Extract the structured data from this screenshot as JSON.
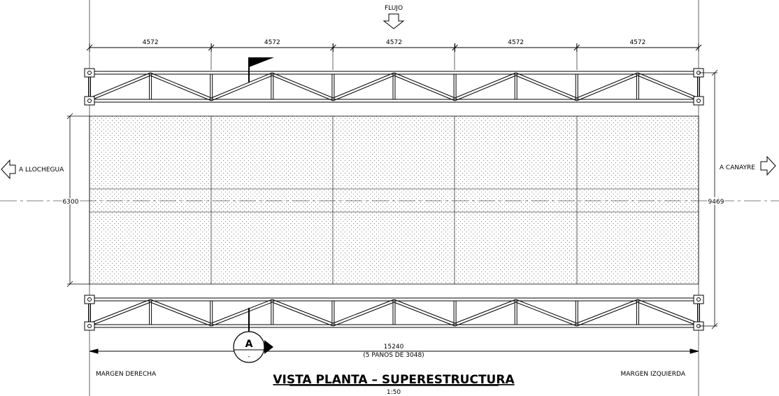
{
  "flow_label": "FLUJO",
  "spans": [
    "4572",
    "4572",
    "4572",
    "4572",
    "4572"
  ],
  "left_direction": "A LLOCHEGUA",
  "right_direction": "A CANAYRE",
  "deck_width": "6300",
  "total_width": "9469",
  "total_length": "15240",
  "total_length_note": "(5 PAÑOS DE 3048)",
  "left_bank": "MARGEN DERECHA",
  "right_bank": "MARGEN IZQUIERDA",
  "title": "VISTA PLANTA – SUPERESTRUCTURA",
  "scale": "1:50",
  "section_mark": {
    "letter": "A",
    "sheet": "-"
  }
}
